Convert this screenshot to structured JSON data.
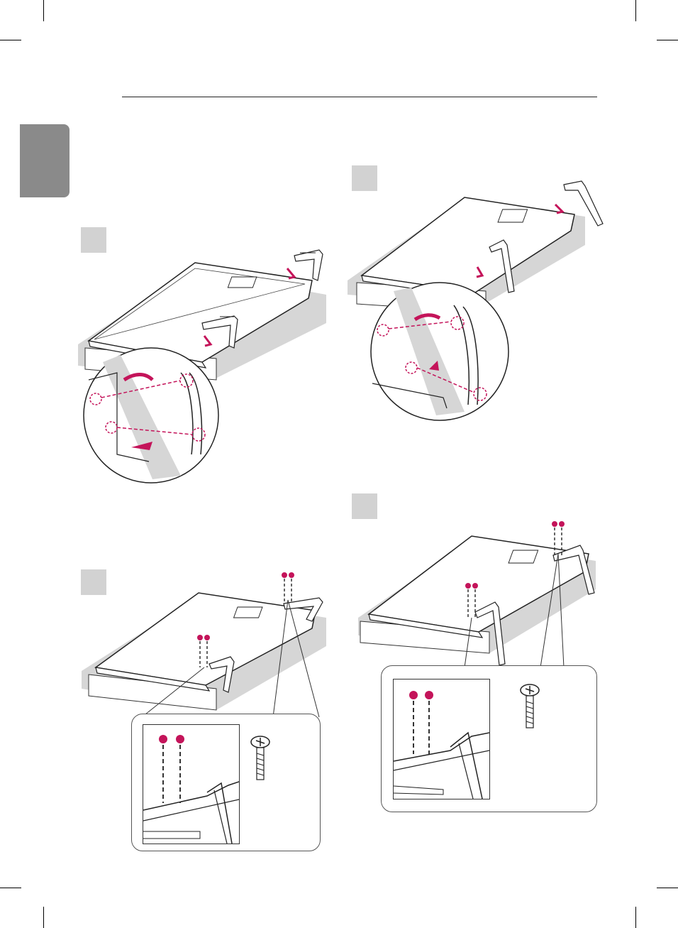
{
  "colors": {
    "accent": "#c4145a",
    "tab": "#8a8a8a",
    "step_box": "#d2d2d2",
    "outline": "#222222",
    "shadow": "#d6d6d6"
  },
  "figures": [
    {
      "id": "fig-1",
      "icon": "tv-back-stand-insert-left"
    },
    {
      "id": "fig-2",
      "icon": "tv-back-stand-insert-right"
    },
    {
      "id": "fig-3",
      "icon": "tv-screws-left"
    },
    {
      "id": "fig-4",
      "icon": "tv-screws-right"
    }
  ],
  "screw_icon": "phillips-screw-icon"
}
